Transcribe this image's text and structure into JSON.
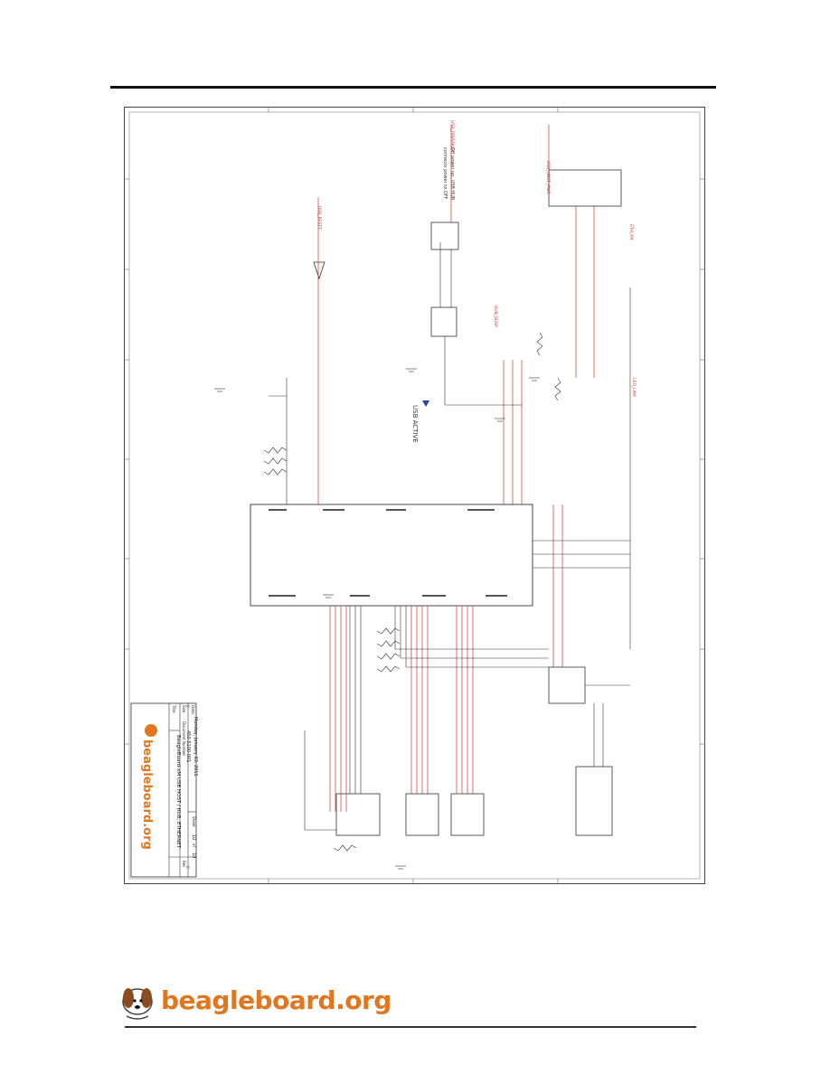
{
  "footer": {
    "logo_text": "beagleboard.org"
  },
  "title_block": {
    "logo_text": "beagleboard.org",
    "title_label": "Title",
    "title_value": "BeagleBoard-xM USB HOST / HUB, ETHERNET",
    "size_label": "Size",
    "size_value": "C",
    "docnum_label": "Document Number",
    "docnum_value": "450-5100-001",
    "rev_label": "Rev",
    "rev_value": "C",
    "date_label": "Date:",
    "date_value": "Monday, January 03, 2011",
    "sheet_label": "Sheet",
    "sheet_value": "10",
    "of_label": "of",
    "of_value": "10"
  },
  "annotations": {
    "note_power": "Off power up, USB HUB",
    "note_power2": "connects power to OFF",
    "usb_active_label": "USB ACTIVE"
  },
  "colors": {
    "wire_red": "#c8322d",
    "wire_dark": "#333333",
    "brand_orange": "#e0771f"
  }
}
